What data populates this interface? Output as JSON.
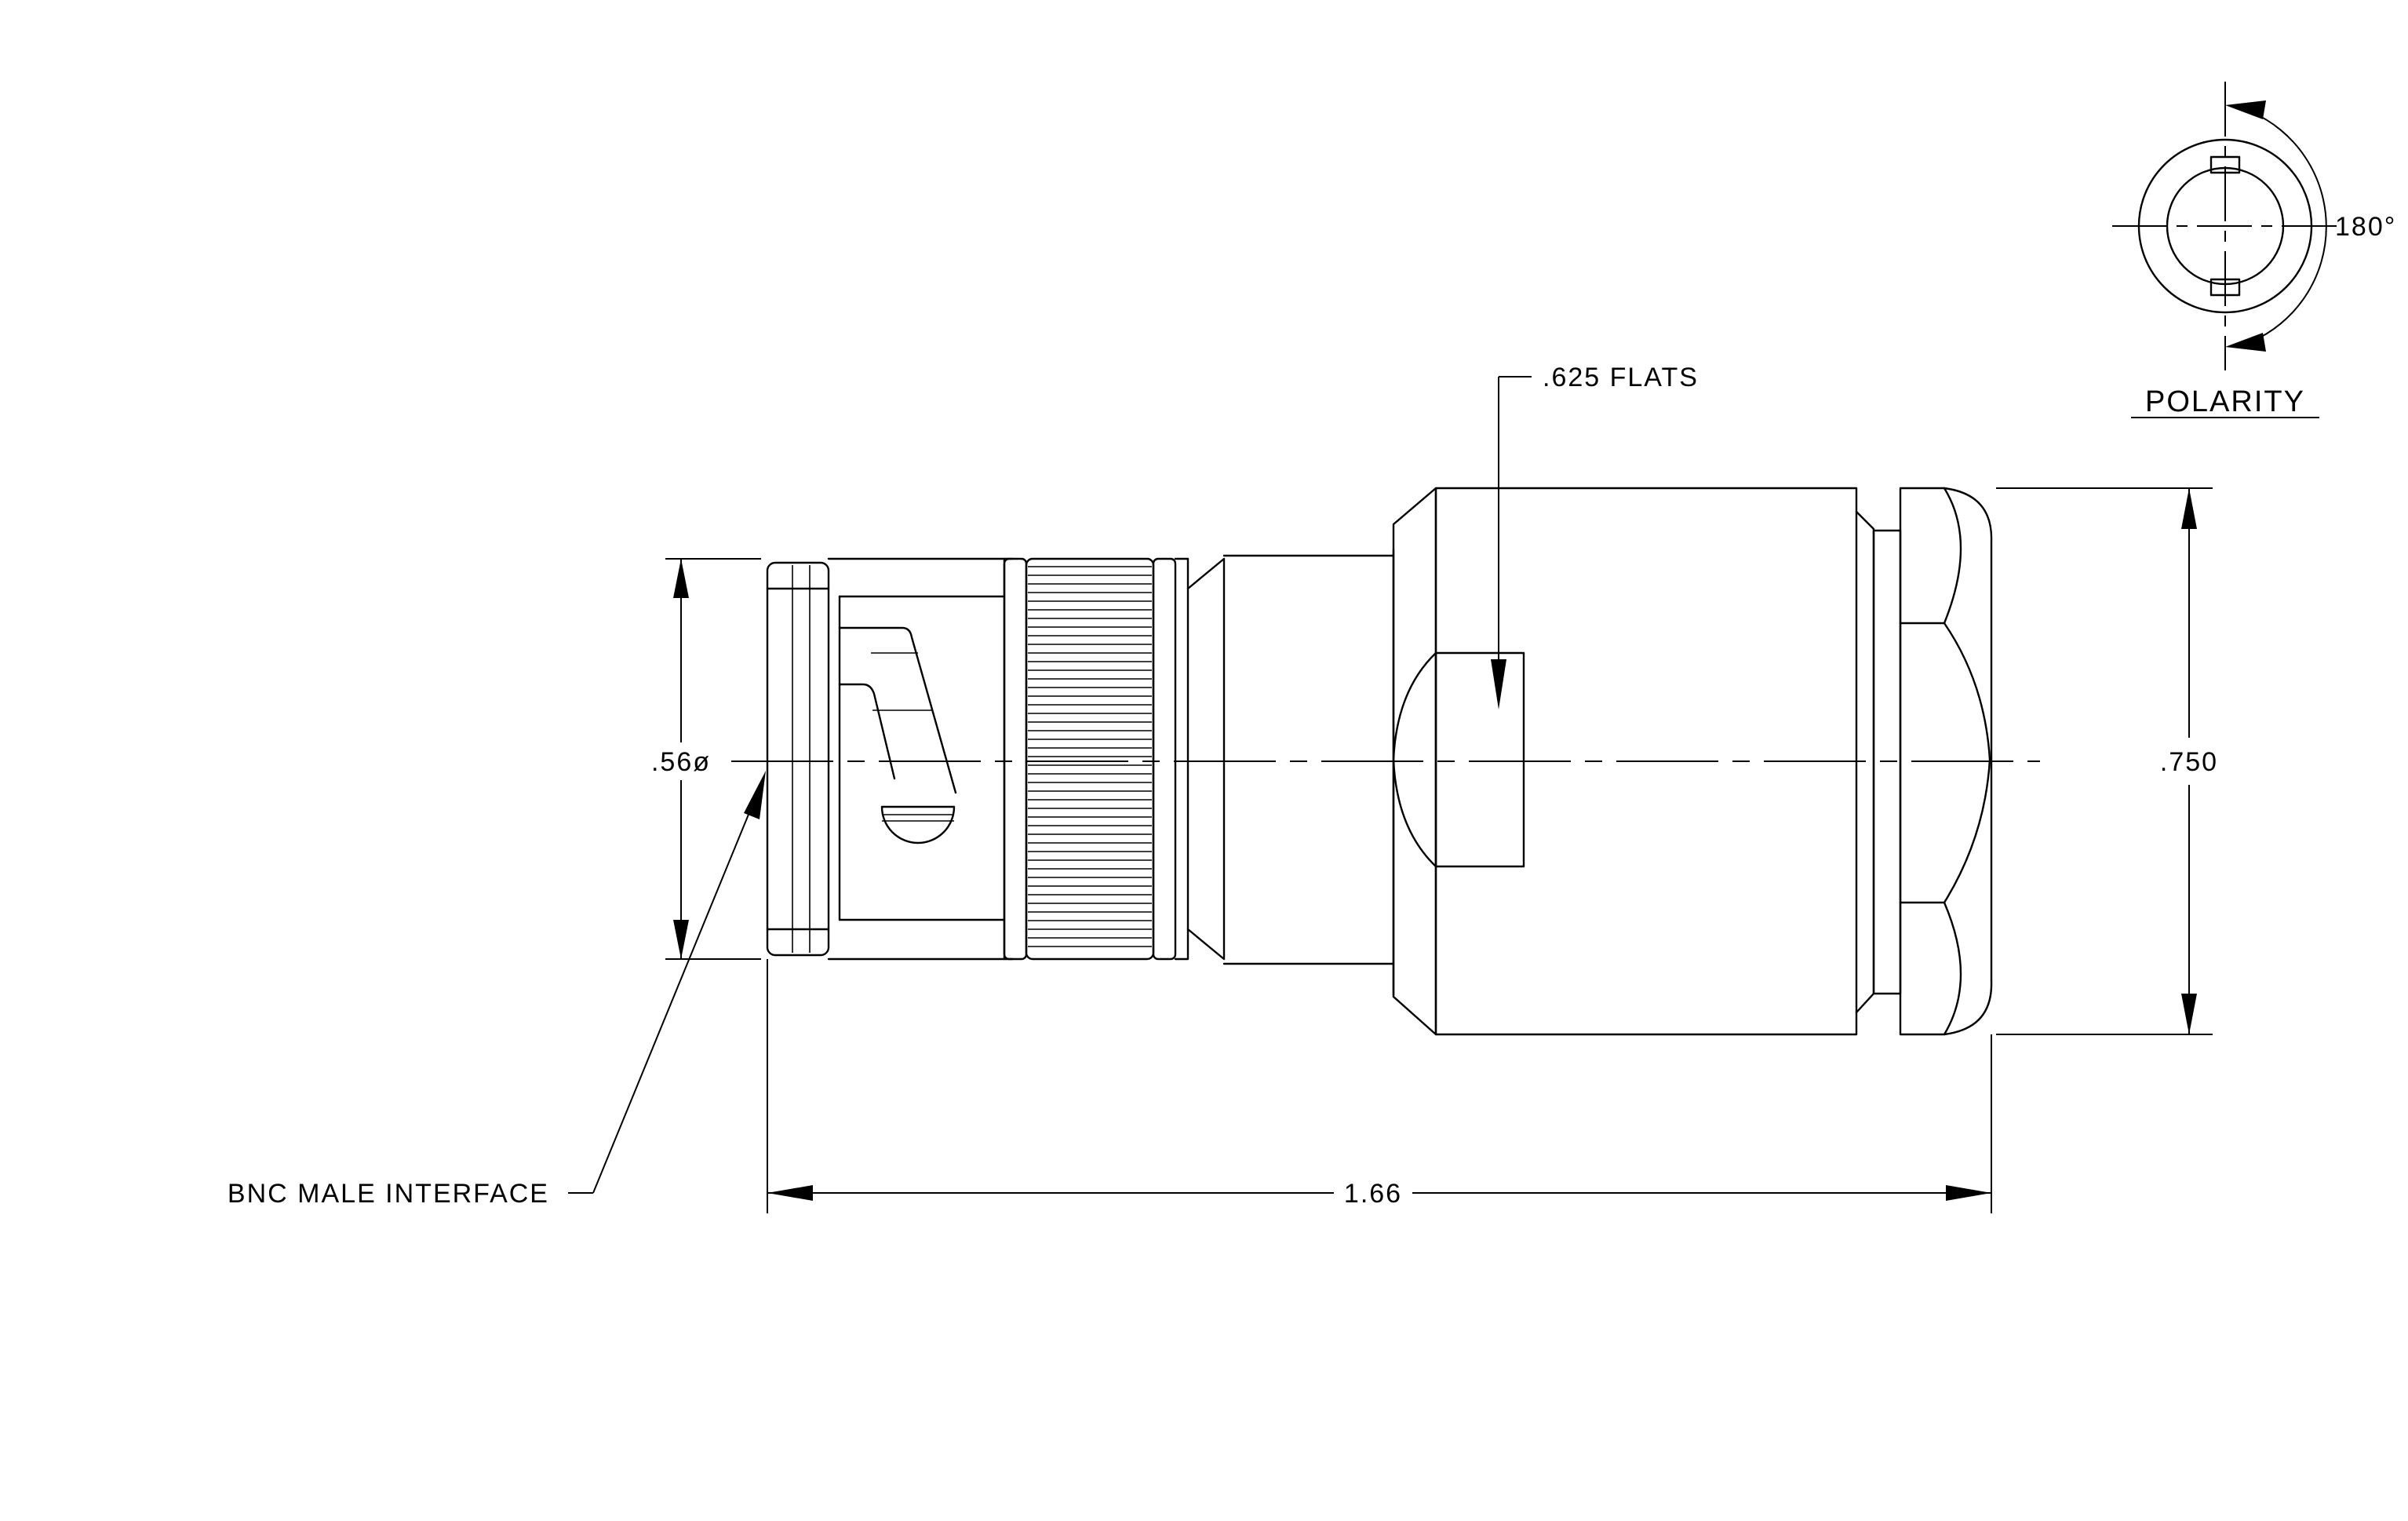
{
  "callouts": {
    "flats": ".625 FLATS",
    "interface": "BNC MALE INTERFACE"
  },
  "dimensions": {
    "diameter": ".56ø",
    "height": ".750",
    "length": "1.66",
    "rotation": "180°"
  },
  "polarity": {
    "title": "POLARITY"
  }
}
